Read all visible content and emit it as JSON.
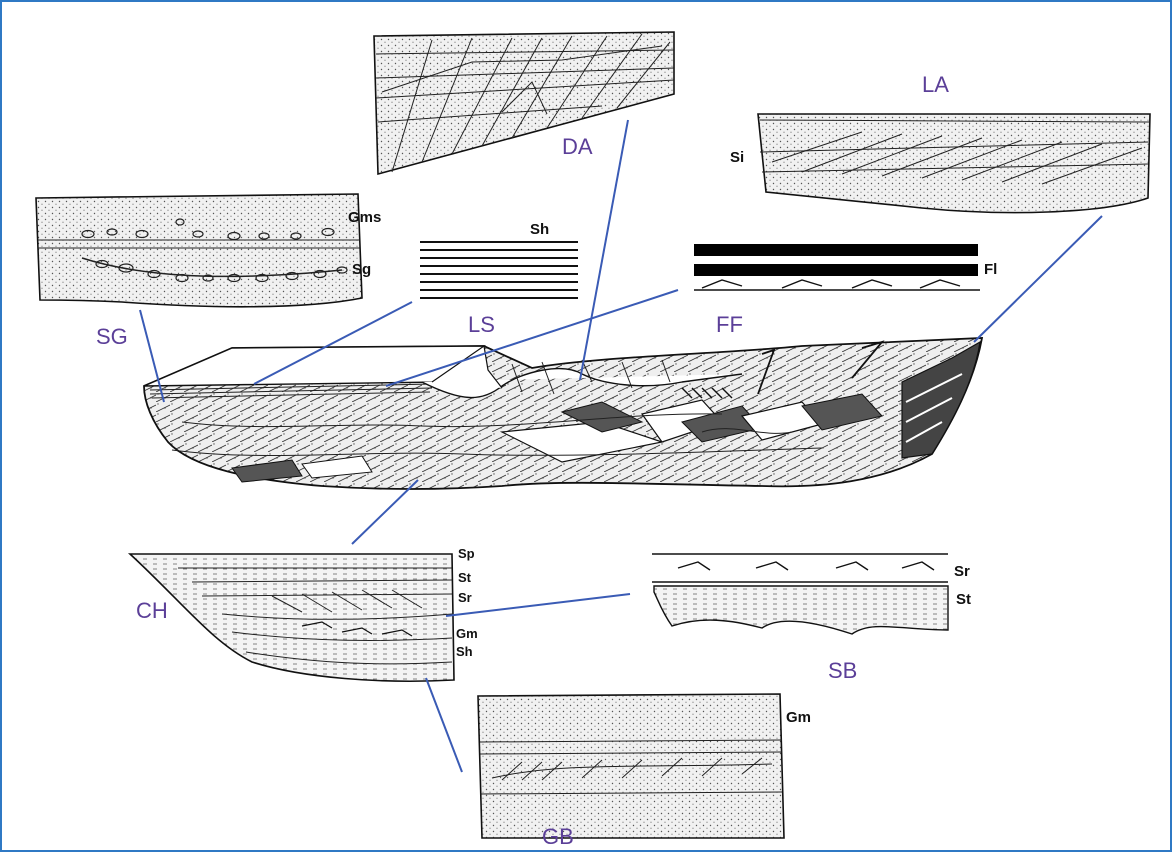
{
  "colors": {
    "border": "#2f79c4",
    "element_label": "#5b3f98",
    "leader_line": "#3a5bb5",
    "ink": "#111111"
  },
  "elements": {
    "DA": {
      "label": "DA"
    },
    "LA": {
      "label": "LA",
      "facies": [
        "Si"
      ]
    },
    "SG": {
      "label": "SG",
      "facies": [
        "Gms",
        "Sg"
      ]
    },
    "LS": {
      "label": "LS",
      "facies": [
        "Sh"
      ]
    },
    "FF": {
      "label": "FF",
      "facies": [
        "Fl"
      ]
    },
    "CH": {
      "label": "CH",
      "facies": [
        "Sp",
        "St",
        "Sr",
        "Gm",
        "Sh"
      ]
    },
    "SB": {
      "label": "SB",
      "facies": [
        "Sr",
        "St"
      ]
    },
    "GB": {
      "label": "GB",
      "facies": [
        "Gm"
      ]
    }
  }
}
